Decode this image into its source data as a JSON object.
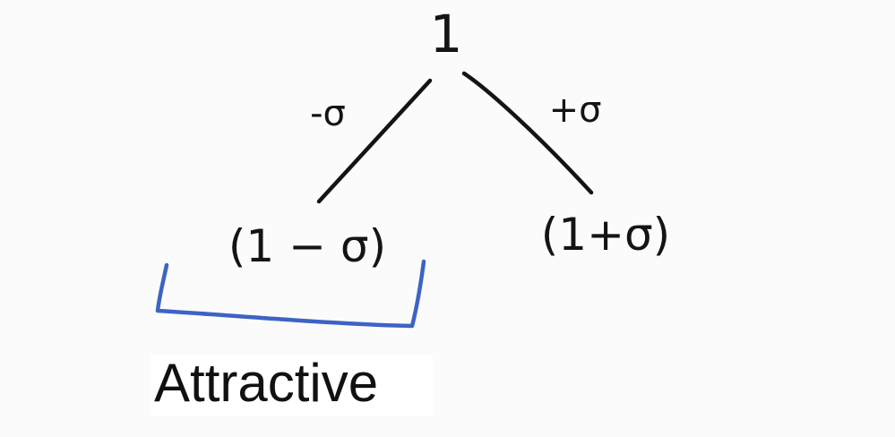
{
  "tree": {
    "root_label": "1",
    "left_edge_label": "-σ",
    "right_edge_label": "+σ",
    "left_node_label": "(1 − σ)",
    "right_node_label": "(1+σ)"
  },
  "caption": {
    "text": "Attractive"
  },
  "colors": {
    "ink": "#141414",
    "bracket": "#3d63c4",
    "background": "#fbfbfb"
  }
}
